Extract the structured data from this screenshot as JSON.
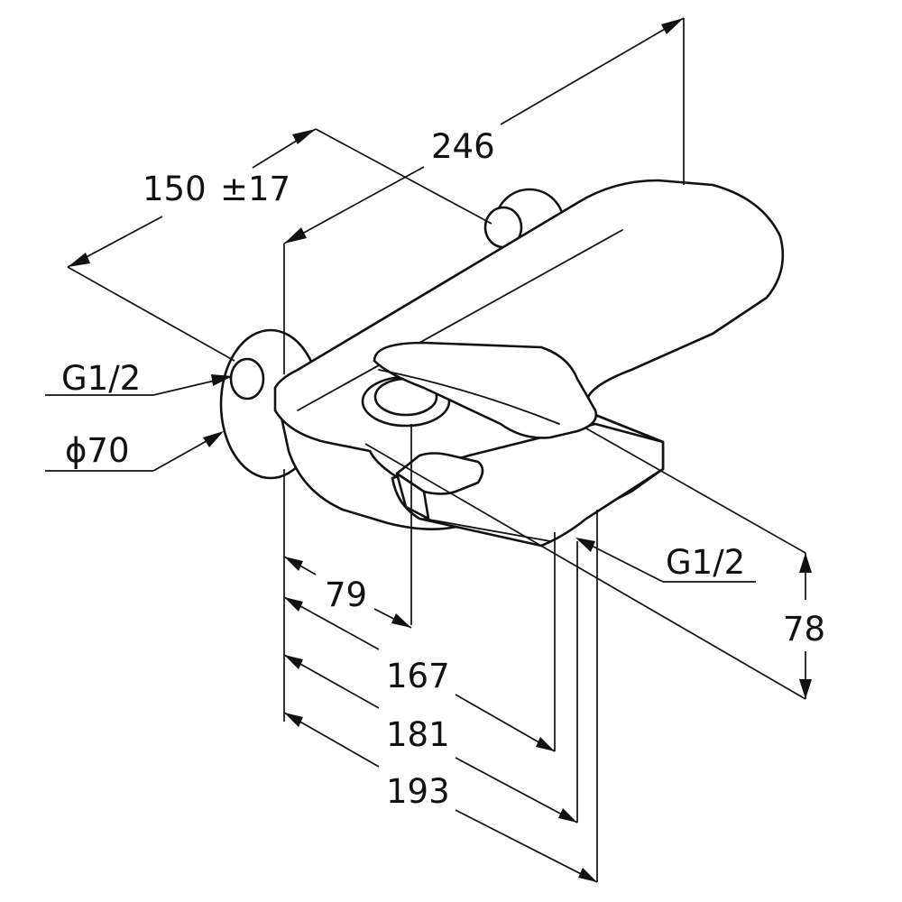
{
  "diagram": {
    "dimensions": {
      "depth_150": "150",
      "tolerance": "±17",
      "length_246": "246",
      "thread_left": "G1/2",
      "diameter_70": "ϕ70",
      "thread_right": "G1/2",
      "dim_79": "79",
      "dim_167": "167",
      "dim_181": "181",
      "dim_193": "193",
      "height_78": "78"
    }
  }
}
